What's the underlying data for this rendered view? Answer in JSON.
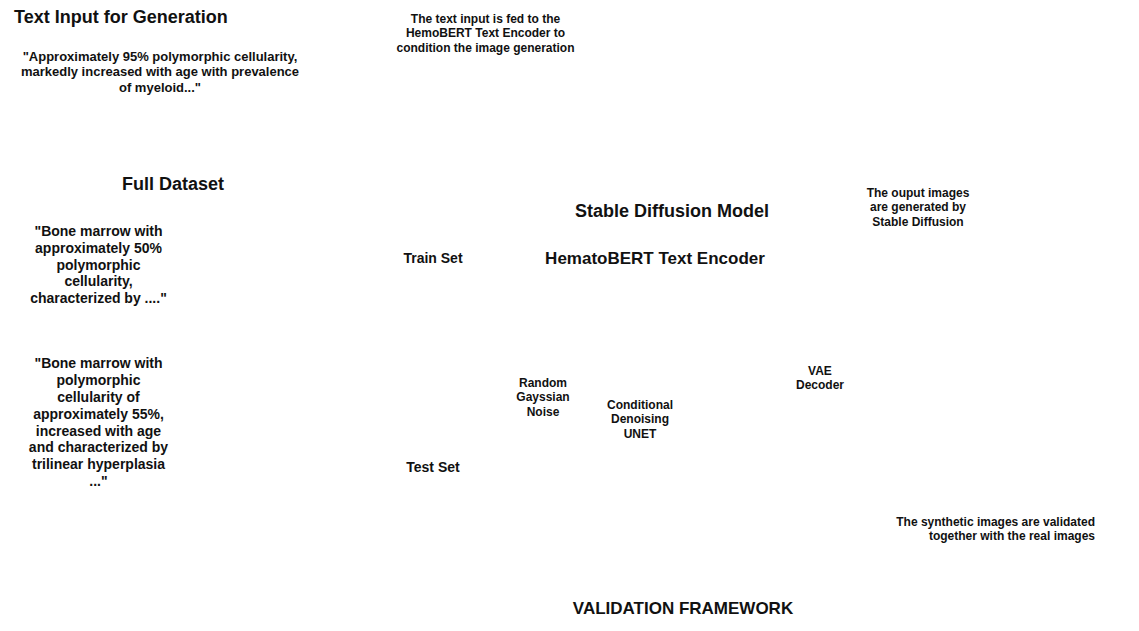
{
  "diagram": {
    "nodes": [
      {
        "text": [
          "Text Input for Generation",
          "\"Approximately 95% polymorphic cellularity, markedly increased with age with prevalence of myeloid...\""
        ]
      },
      {
        "text": [
          "Full Dataset"
        ]
      },
      {
        "text": [
          "\"Bone marrow with approximately 50% polymorphic cellularity, characterized by ....\""
        ],
        "in": 1
      },
      {
        "text": [
          "\"Bone marrow with polymorphic cellularity of approximately 55%, increased with age and characterized by trilinear hyperplasia ...\""
        ],
        "in": 1
      },
      {
        "text": [
          "Train Set"
        ]
      },
      {
        "text": [
          "Test Set"
        ]
      },
      {
        "text": [
          "Stable Diffusion Model"
        ]
      },
      {
        "text": [
          "HematoBERT Text Encoder"
        ],
        "in": 6
      },
      {
        "text": [
          "VALIDATION FRAMEWORK"
        ]
      }
    ],
    "edges": [
      {
        "from": 0,
        "to": 7,
        "arrow": "to"
      },
      {
        "from": 1,
        "to": 4,
        "arrow": "to"
      },
      {
        "from": 1,
        "to": 5,
        "arrow": "to"
      },
      {
        "from": 4,
        "to": 7,
        "arrow": "to"
      },
      {
        "from": 5,
        "to": 8,
        "arrow": "to"
      }
    ],
    "labels": [
      "The text input is fed to the HemoBERT Text Encoder to condition the image generation",
      "Random Gayssian Noise",
      "Conditional Denoising UNET",
      "VAE Decoder",
      "The ouput images are generated by Stable Diffusion",
      "The synthetic images are validated together with the real images"
    ]
  }
}
